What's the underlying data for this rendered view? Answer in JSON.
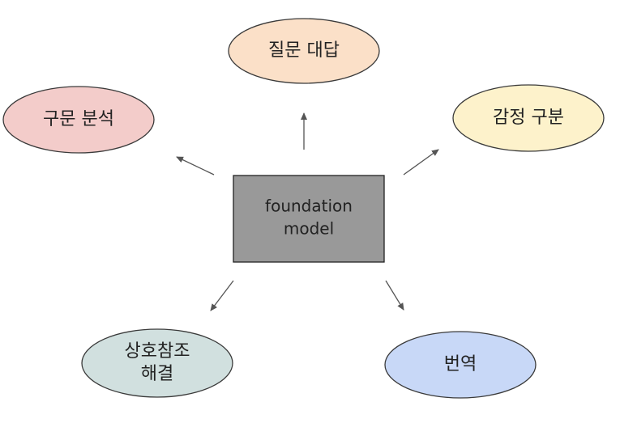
{
  "center": {
    "lines": [
      "foundation",
      "model"
    ],
    "fill": "#999999",
    "stroke": "#222222"
  },
  "tasks": [
    {
      "id": "question-answering",
      "lines": [
        "질문 대답"
      ],
      "fill": "#fbe0c8"
    },
    {
      "id": "syntax-analysis",
      "lines": [
        "구문 분석"
      ],
      "fill": "#f3ccca"
    },
    {
      "id": "sentiment-classification",
      "lines": [
        "감정 구분"
      ],
      "fill": "#fdf2cb"
    },
    {
      "id": "coreference-resolution",
      "lines": [
        "상호참조",
        "해결"
      ],
      "fill": "#d1e0df"
    },
    {
      "id": "translation",
      "lines": [
        "번역"
      ],
      "fill": "#c8d8f7"
    }
  ],
  "colors": {
    "ellipse_stroke": "#3a3a3a",
    "arrow": "#555555"
  }
}
